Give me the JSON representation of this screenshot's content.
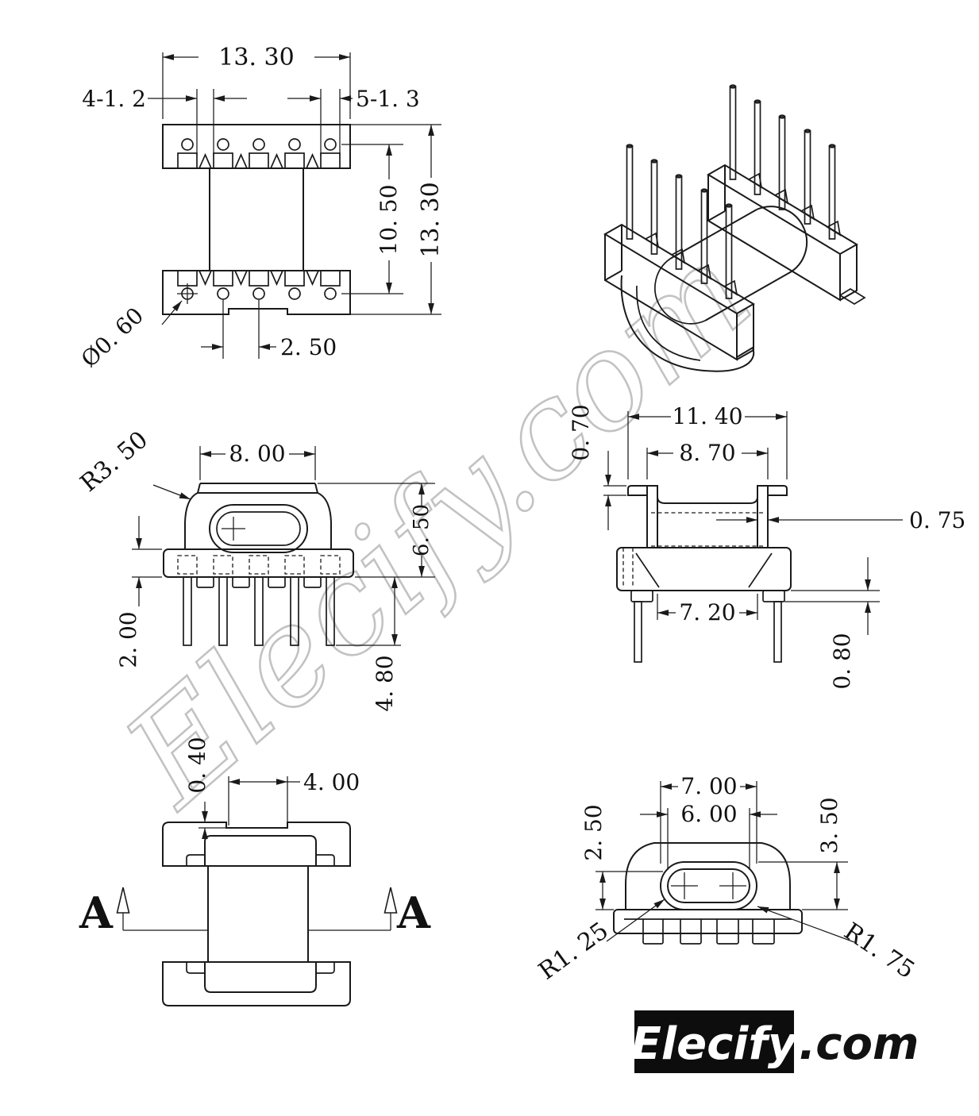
{
  "drawing": {
    "line_color": "#1a1a1a",
    "watermark": {
      "text": "Elecify.com",
      "color": "#c2c2c2"
    },
    "logo": {
      "brand": "Elecify",
      "suffix": ".com",
      "bg": "#0d0d0d"
    },
    "views": {
      "top": {
        "dims": {
          "overall_width": "13. 30",
          "slots_a": "4-1. 2",
          "slots_b": "5-1. 3",
          "hole_span": "10. 50",
          "overall_length": "13. 30",
          "hole_dia": "Ø0. 60",
          "pitch": "2. 50"
        }
      },
      "front": {
        "dims": {
          "corner_radius": "R3. 50",
          "flat_width": "8. 00",
          "body_height": "6. 50",
          "base_thickness": "2. 00",
          "pin_length": "4. 80"
        }
      },
      "side": {
        "dims": {
          "wing_thickness": "0. 70",
          "overall_width": "11. 40",
          "flange_span": "8. 70",
          "flange_thickness": "0. 75",
          "winding_width": "7. 20",
          "standoff": "0. 80"
        }
      },
      "bottom": {
        "dims": {
          "step_depth": "0. 40",
          "notch_width": "4. 00"
        },
        "section_label": "A"
      },
      "section": {
        "dims": {
          "core_width": "7. 00",
          "hole_width": "6. 00",
          "hole_drop": "2. 50",
          "hole_height": "3. 50",
          "inner_radius": "R1. 25",
          "outer_radius": "R1. 75"
        }
      }
    }
  }
}
